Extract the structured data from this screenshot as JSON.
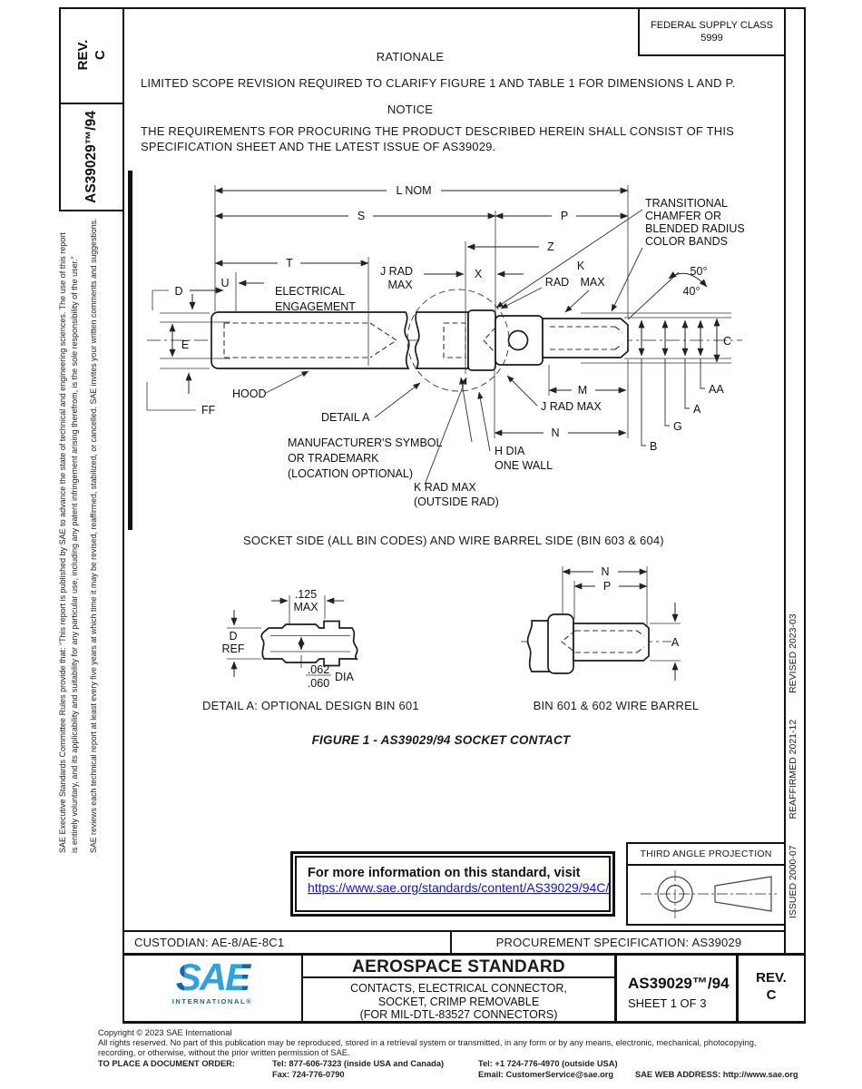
{
  "left_rail": {
    "rev_label": "REV.",
    "rev_value": "C",
    "doc_number": "AS39029™/94",
    "committee_note": "SAE Executive Standards Committee Rules provide that: “This report is published by SAE to advance the state of technical and engineering sciences. The use of this report is entirely voluntary, and its applicability and suitability for any particular use, including any patent infringement arising therefrom, is the sole responsibility of the user.”",
    "review_note": "SAE reviews each technical report at least every five years at which time it may be revised, reaffirmed, stabilized, or cancelled. SAE invites your written comments and suggestions."
  },
  "right_rail": {
    "issued": "ISSUED 2000-07",
    "reaffirmed": "REAFFIRMED 2021-12",
    "revised": "REVISED 2023-03"
  },
  "header": {
    "fsc_line1": "FEDERAL SUPPLY CLASS",
    "fsc_line2": "5999",
    "rationale_title": "RATIONALE",
    "rationale_text": "LIMITED SCOPE REVISION REQUIRED TO CLARIFY FIGURE 1 AND TABLE 1 FOR DIMENSIONS L AND P.",
    "notice_title": "NOTICE",
    "notice_text_1": "THE REQUIREMENTS FOR PROCURING THE PRODUCT DESCRIBED HEREIN SHALL CONSIST OF THIS",
    "notice_text_2": "SPECIFICATION SHEET AND THE LATEST ISSUE OF AS39029."
  },
  "figure": {
    "section_caption": "SOCKET SIDE (ALL BIN CODES) AND WIRE BARREL SIDE (BIN 603 & 604)",
    "detail_a_caption": "DETAIL A: OPTIONAL DESIGN BIN 601",
    "wire_barrel_caption": "BIN 601 & 602 WIRE BARREL",
    "caption": "FIGURE 1 - AS39029/94 SOCKET CONTACT",
    "labels": {
      "l_nom": "L NOM",
      "s": "S",
      "p": "P",
      "t": "T",
      "u": "U",
      "z": "Z",
      "x": "X",
      "k": "K",
      "rad": "RAD",
      "max": "MAX",
      "j_rad": "J RAD",
      "j_max": "MAX",
      "j_rad_max": "J RAD MAX",
      "d": "D",
      "e": "E",
      "ff": "FF",
      "c": "C",
      "aa": "AA",
      "a": "A",
      "g": "G",
      "b": "B",
      "m": "M",
      "n": "N",
      "electrical_1": "ELECTRICAL",
      "electrical_2": "ENGAGEMENT",
      "hood": "HOOD",
      "detail_a": "DETAIL A",
      "mfr_1": "MANUFACTURER'S SYMBOL",
      "mfr_2": "OR TRADEMARK",
      "mfr_3": "(LOCATION OPTIONAL)",
      "h_dia_1": "H DIA",
      "h_dia_2": "ONE WALL",
      "k_rad_out_1": "K RAD MAX",
      "k_rad_out_2": "(OUTSIDE RAD)",
      "trans_1": "TRANSITIONAL",
      "trans_2": "CHAMFER OR",
      "trans_3": "BLENDED RADIUS",
      "color_bands": "COLOR BANDS",
      "deg50": "50°",
      "deg40": "40°",
      "dim125": ".125",
      "dim125_max": "MAX",
      "d_ref_1": "D",
      "d_ref_2": "REF",
      "dia062": ".062",
      "dia060": ".060",
      "dia": "DIA",
      "det_n": "N",
      "det_p": "P",
      "det_a": "A"
    }
  },
  "info_box": {
    "text": "For more information on this standard, visit",
    "link": "https://www.sae.org/standards/content/AS39029/94C/"
  },
  "projection": {
    "title": "THIRD ANGLE PROJECTION"
  },
  "footer_bar": {
    "custodian": "CUSTODIAN: AE-8/AE-8C1",
    "procurement": "PROCUREMENT SPECIFICATION: AS39029"
  },
  "title_block": {
    "logo_text": "SAE",
    "logo_subtext": "INTERNATIONAL®",
    "heading": "AEROSPACE STANDARD",
    "subtitle_1": "CONTACTS, ELECTRICAL CONNECTOR,",
    "subtitle_2": "SOCKET, CRIMP REMOVABLE",
    "subtitle_3": "(FOR MIL-DTL-83527 CONNECTORS)",
    "doc_number": "AS39029™/94",
    "sheet": "SHEET 1 OF 3",
    "rev_label": "REV.",
    "rev_value": "C"
  },
  "copyright": {
    "line1": "Copyright © 2023 SAE International",
    "line2": "All rights reserved. No part of this publication may be reproduced, stored in a retrieval system or transmitted, in any form or by any means, electronic, mechanical, photocopying,",
    "line3": "recording, or otherwise, without the prior written permission of SAE.",
    "order_label": "TO PLACE A DOCUMENT ORDER:",
    "tel1": "Tel: 877-606-7323 (inside USA and Canada)",
    "fax": "Fax: 724-776-0790",
    "tel2": "Tel: +1 724-776-4970 (outside USA)",
    "email": "Email: CustomerService@sae.org",
    "web": "SAE WEB ADDRESS: http://www.sae.org"
  }
}
